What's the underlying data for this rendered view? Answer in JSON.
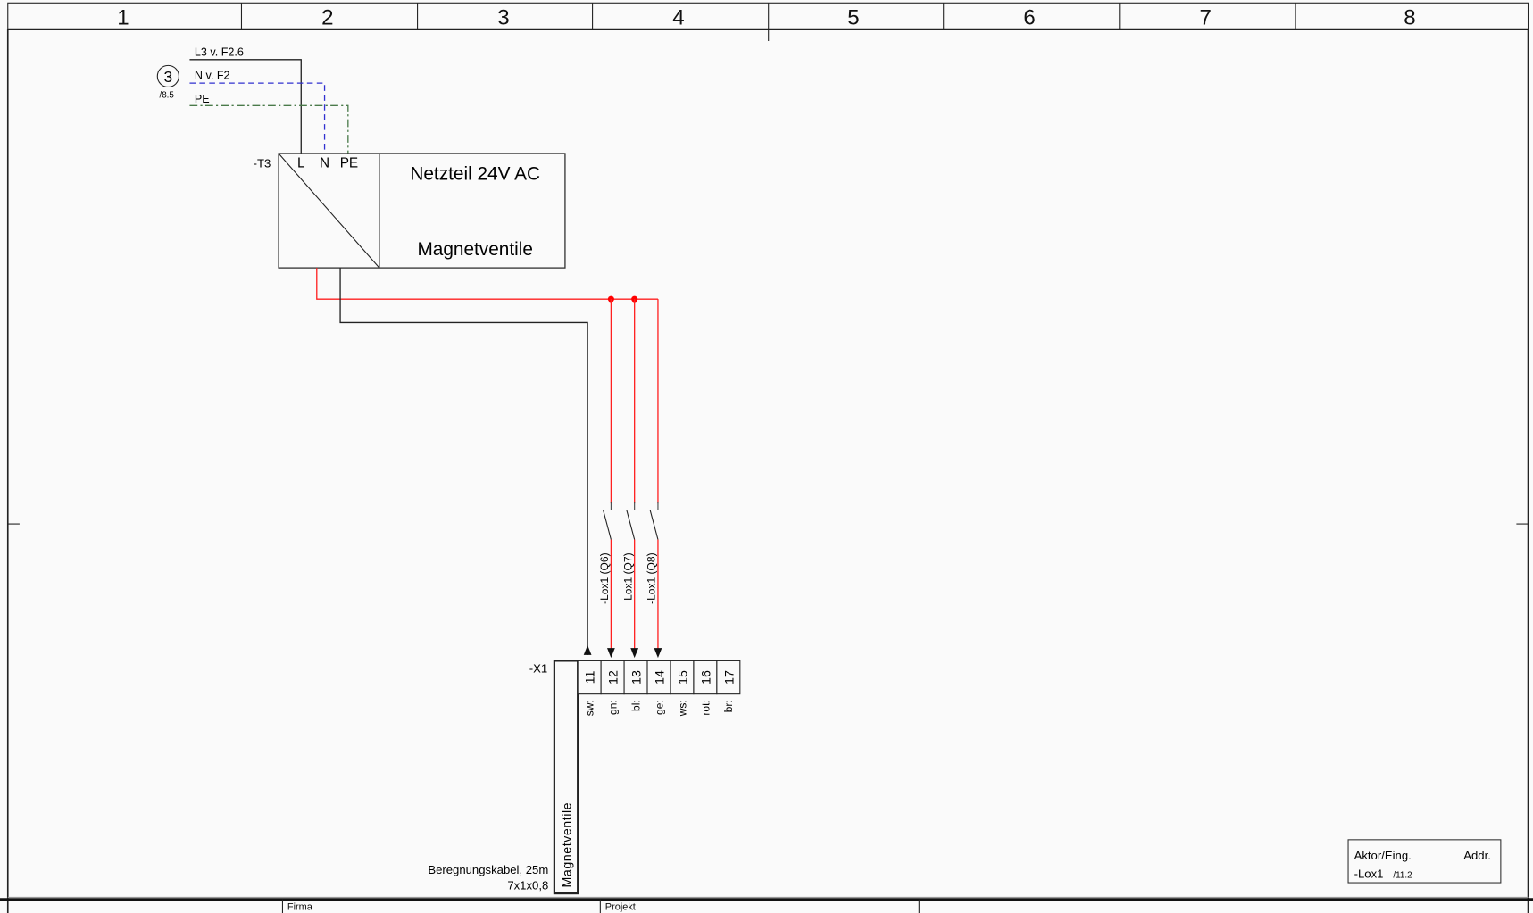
{
  "columns": [
    "1",
    "2",
    "3",
    "4",
    "5",
    "6",
    "7",
    "8"
  ],
  "incoming": {
    "ref_number": "3",
    "ref_page": "/8.5",
    "l_label": "L3 v. F2.6",
    "n_label": "N v. F2",
    "pe_label": "PE"
  },
  "power_supply": {
    "tag": "-T3",
    "terminals": [
      "L",
      "N",
      "PE"
    ],
    "title": "Netzteil 24V AC",
    "subtitle": "Magnetventile"
  },
  "contacts": [
    "-Lox1 (Q6)",
    "-Lox1 (Q7)",
    "-Lox1 (Q8)"
  ],
  "terminal_strip": {
    "tag": "-X1",
    "name": "Magnetventile",
    "cable": "Beregnungskabel, 25m",
    "cable_type": "7x1x0,8",
    "terminals": [
      {
        "num": "11",
        "color": "sw:"
      },
      {
        "num": "12",
        "color": "gn:"
      },
      {
        "num": "13",
        "color": "bl:"
      },
      {
        "num": "14",
        "color": "ge:"
      },
      {
        "num": "15",
        "color": "ws:"
      },
      {
        "num": "16",
        "color": "rot:"
      },
      {
        "num": "17",
        "color": "br:"
      }
    ]
  },
  "legend": {
    "col1": "Aktor/Eing.",
    "col2": "Addr.",
    "device": "-Lox1",
    "ref": "/11.2"
  },
  "footer": {
    "firma": "Firma",
    "projekt": "Projekt"
  },
  "colors": {
    "live": "#ff2020",
    "neutral": "#3030d0",
    "pe": "#4a7a4a",
    "line": "#222222"
  }
}
